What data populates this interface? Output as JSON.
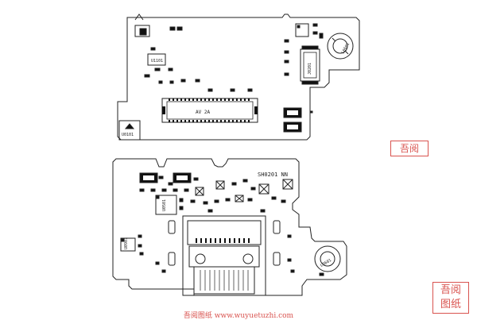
{
  "diagram": {
    "upper_board": {
      "labels": {
        "ic_top_left": "U1101",
        "conn_right": "J0201",
        "conn_center": "AV 2A",
        "ic_bottom_left": "U0101",
        "coil_right": "L0601"
      }
    },
    "lower_board": {
      "labels": {
        "shield": "SH0201 NN",
        "ic_left": "U0501",
        "ic_bottom_left": "U0901",
        "coil_right": "L0601"
      }
    }
  },
  "watermark": {
    "seal_top": "吾阅",
    "seal_bottom_line1": "吾阅",
    "seal_bottom_line2": "图纸",
    "footer": "吾阅图纸 www.wuyuetuzhi.com"
  },
  "colors": {
    "outline": "#222222",
    "seal": "#d9534f",
    "pad_dark": "#111111"
  }
}
